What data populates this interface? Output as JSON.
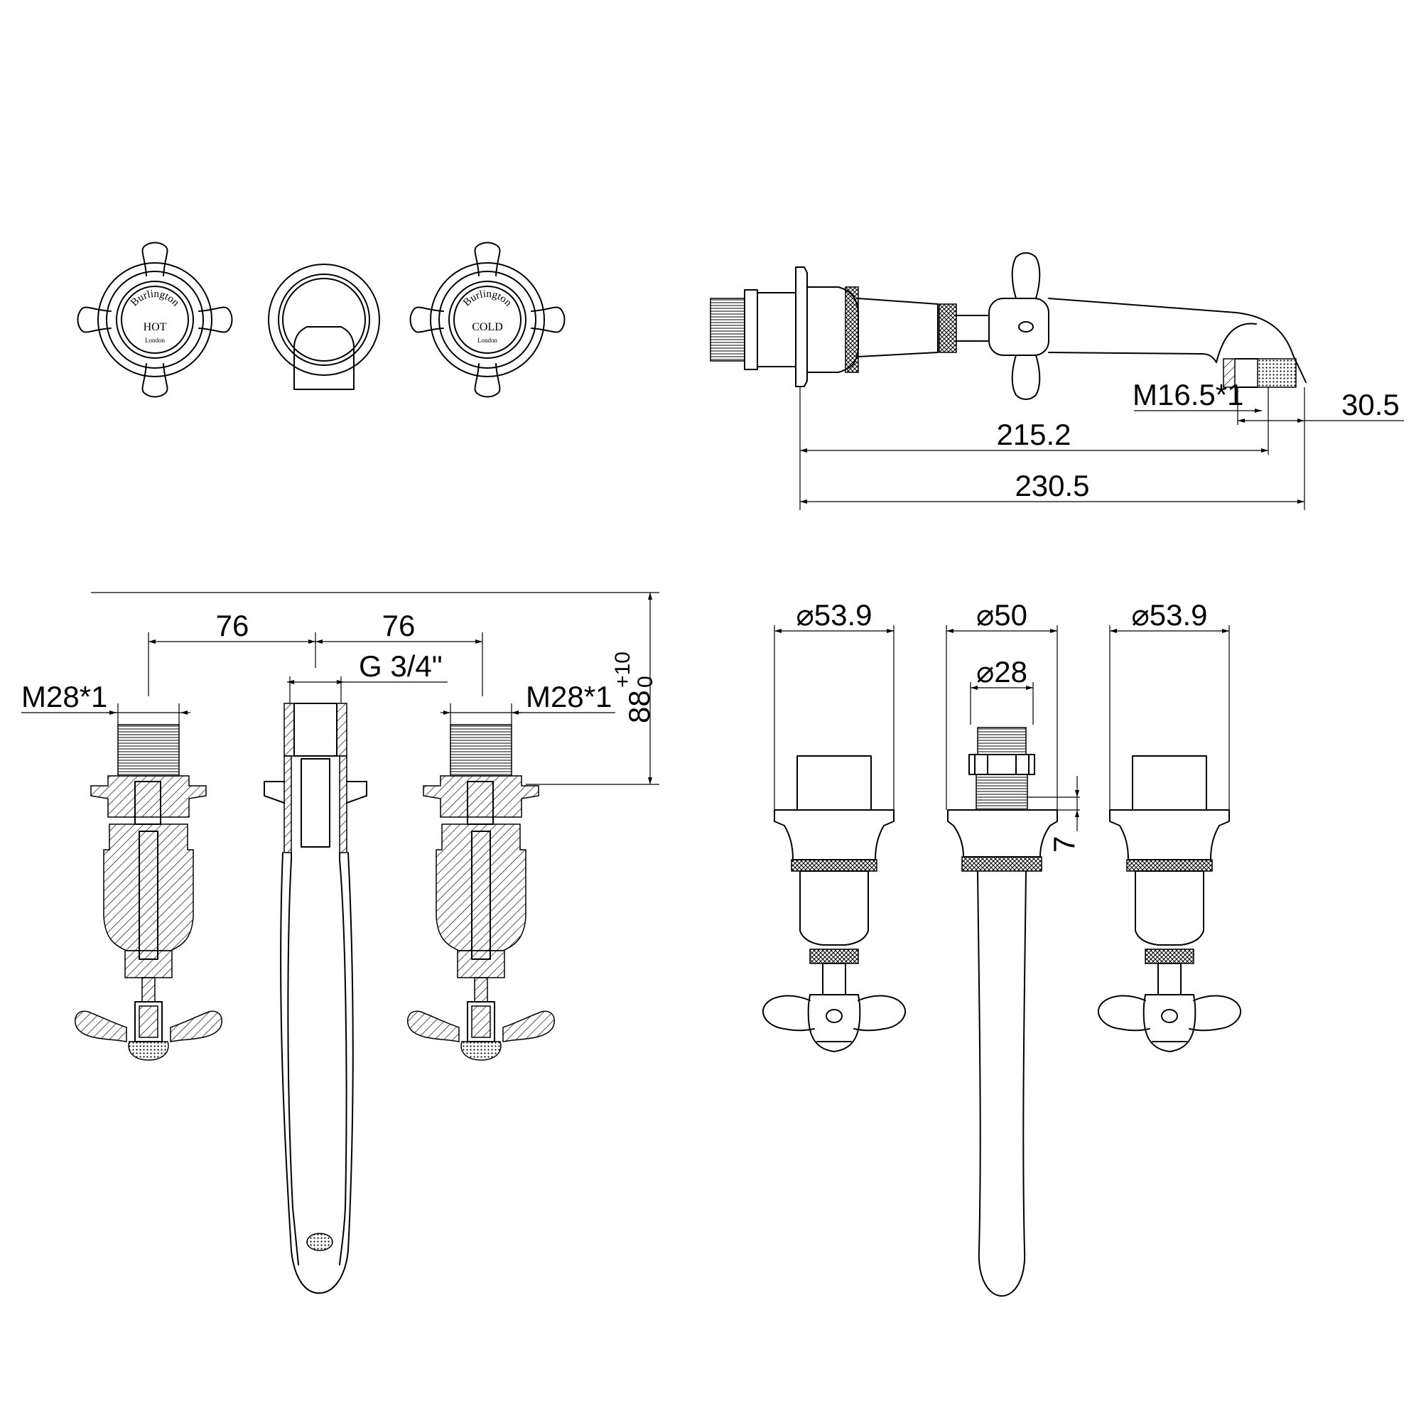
{
  "plan_view": {
    "hot_cap": {
      "brand": "Burlington",
      "label": "HOT",
      "city": "London"
    },
    "cold_cap": {
      "brand": "Burlington",
      "label": "COLD",
      "city": "London"
    }
  },
  "side_view": {
    "outlet_thread": "M16.5*1",
    "outlet_width": "30.5",
    "projection_to_outlet": "215.2",
    "total_projection": "230.5"
  },
  "section_view": {
    "spacing_left": "76",
    "spacing_right": "76",
    "inlet_thread": "G 3/4\"",
    "valve_thread_left": "M28*1",
    "valve_thread_right": "M28*1",
    "depth_value": "88",
    "depth_tolerance_upper": "+10",
    "depth_tolerance_lower": "0"
  },
  "front_view": {
    "hot_flange_diameter": "⌀53.9",
    "spout_flange_diameter": "⌀50",
    "spout_inlet_diameter": "⌀28",
    "cold_flange_diameter": "⌀53.9",
    "thread_length": "7"
  }
}
